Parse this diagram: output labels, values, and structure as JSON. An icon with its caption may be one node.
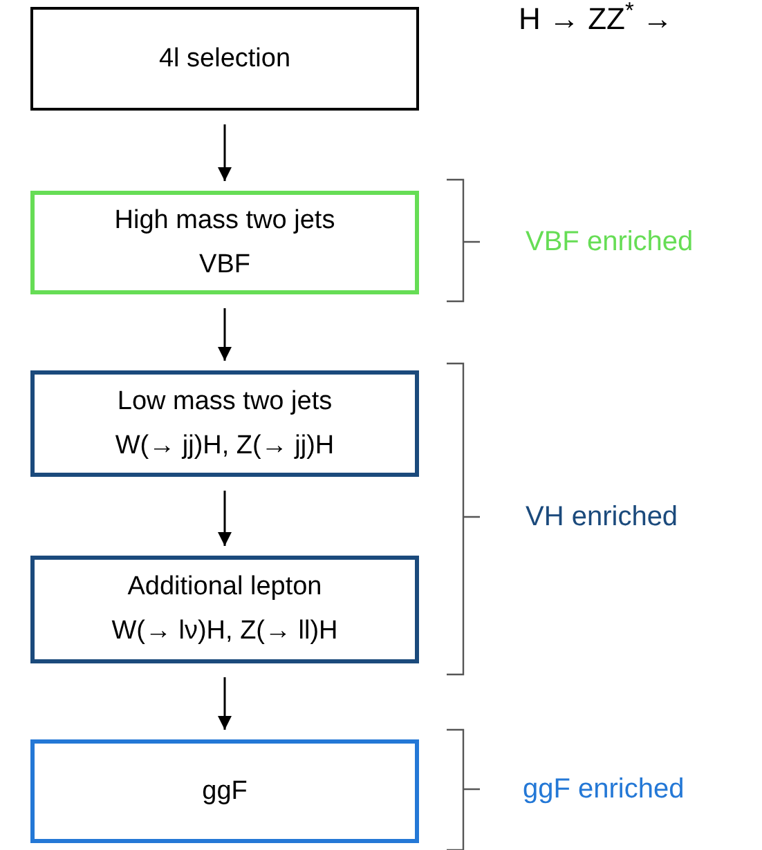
{
  "diagram": {
    "title": "H → ZZ$^{*}$ →",
    "nodes": [
      {
        "text": [
          "4l selection"
        ]
      },
      {
        "text": [
          "High mass two jets",
          "VBF"
        ]
      },
      {
        "text": [
          "Low mass two jets",
          "W(→ jj)H, Z(→ jj)H"
        ]
      },
      {
        "text": [
          "Additional lepton",
          "W(→ lν)H, Z(→ ll)H"
        ]
      },
      {
        "text": [
          "ggF"
        ]
      }
    ],
    "edges": [
      {
        "from": 0,
        "to": 1,
        "arrow": "to"
      },
      {
        "from": 1,
        "to": 2,
        "arrow": "to"
      },
      {
        "from": 2,
        "to": 3,
        "arrow": "to"
      },
      {
        "from": 3,
        "to": 4,
        "arrow": "to"
      }
    ],
    "labels": [
      "VBF enriched",
      "VH enriched",
      "ggF enriched"
    ]
  }
}
